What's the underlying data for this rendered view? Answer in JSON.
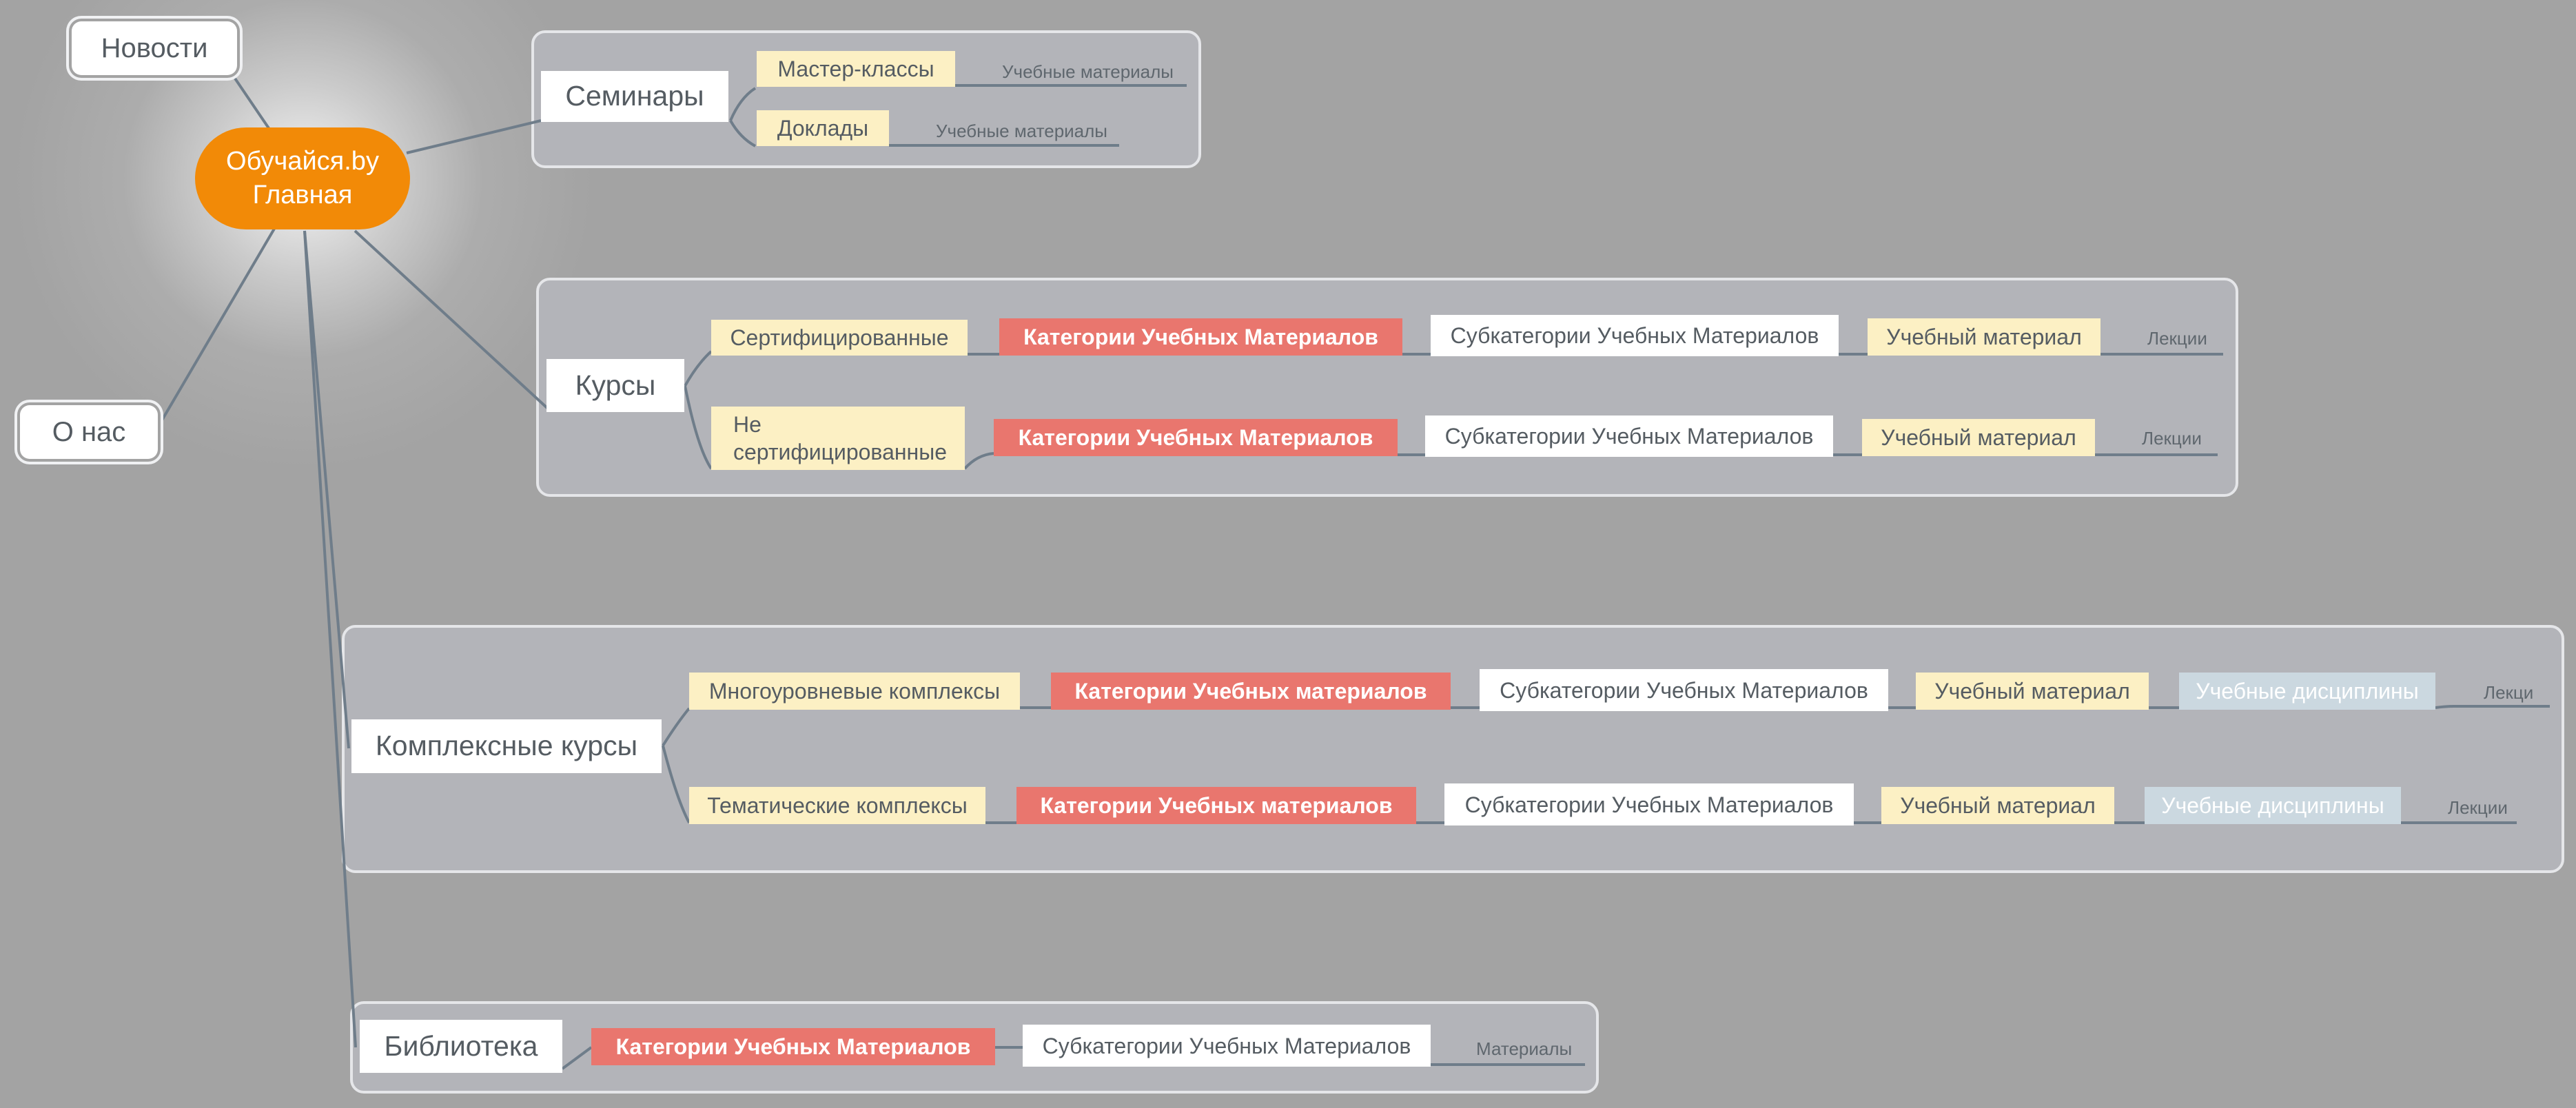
{
  "root": {
    "line1": "Обучайся.by",
    "line2": "Главная"
  },
  "top_nodes": {
    "news": "Новости",
    "about": "О нас"
  },
  "seminars": {
    "label": "Семинары",
    "items": [
      {
        "label": "Мастер-классы",
        "leaf": "Учебные материалы"
      },
      {
        "label": "Доклады",
        "leaf": "Учебные материалы"
      }
    ]
  },
  "courses": {
    "label": "Курсы",
    "rows": [
      {
        "label": "Сертифицированные",
        "category": "Категории Учебных Материалов",
        "subcategory": "Субкатегории Учебных Материалов",
        "material": "Учебный материал",
        "leaf": "Лекции"
      },
      {
        "label": "Не сертифицированные",
        "category": "Категории Учебных Материалов",
        "subcategory": "Субкатегории Учебных Материалов",
        "material": "Учебный материал",
        "leaf": "Лекции"
      }
    ]
  },
  "complex": {
    "label": "Комплексные курсы",
    "rows": [
      {
        "label": "Многоуровневые комплексы",
        "category": "Категории Учебных материалов",
        "subcategory": "Субкатегории Учебных Материалов",
        "material": "Учебный материал",
        "discipline": "Учебные дисциплины",
        "leaf": "Лекци"
      },
      {
        "label": "Тематические комплексы",
        "category": "Категории Учебных материалов",
        "subcategory": "Субкатегории Учебных Материалов",
        "material": "Учебный материал",
        "discipline": "Учебные дисциплины",
        "leaf": "Лекции"
      }
    ]
  },
  "library": {
    "label": "Библиотека",
    "category": "Категории Учебных Материалов",
    "subcategory": "Субкатегории Учебных Материалов",
    "leaf": "Материалы"
  },
  "colors": {
    "background": "#a3a3a3",
    "root": "#f28a07",
    "category": "#e9766e",
    "yellow": "#fcf0c4",
    "discipline": "#cbd8e0",
    "line": "#6f7d8a"
  }
}
